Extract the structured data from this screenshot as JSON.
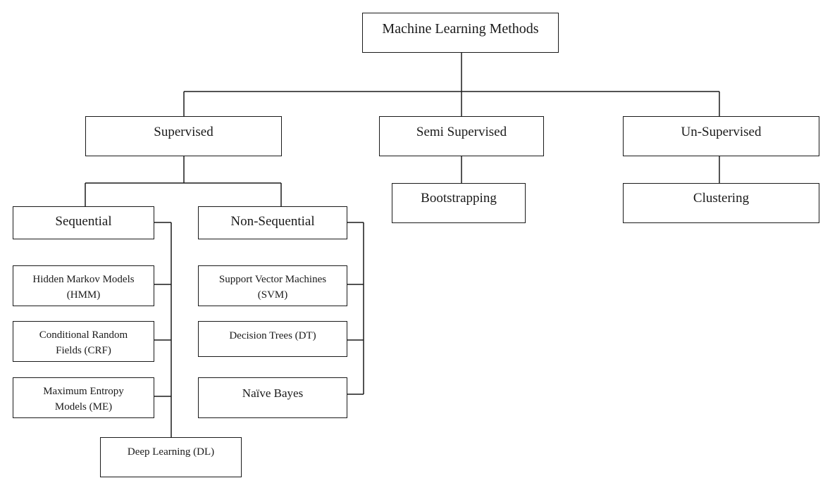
{
  "diagram": {
    "root": "Machine Learning Methods",
    "categories": {
      "supervised": "Supervised",
      "semi_supervised": "Semi Supervised",
      "unsupervised": "Un-Supervised"
    },
    "supervised_branches": {
      "sequential": "Sequential",
      "non_sequential": "Non-Sequential"
    },
    "sequential_methods": [
      {
        "line1": "Hidden Markov Models",
        "line2": "(HMM)"
      },
      {
        "line1": "Conditional Random",
        "line2": "Fields (CRF)"
      },
      {
        "line1": "Maximum Entropy",
        "line2": "Models (ME)"
      }
    ],
    "deep_learning": "Deep Learning (DL)",
    "non_sequential_methods": [
      {
        "line1": "Support Vector Machines",
        "line2": "(SVM)"
      },
      {
        "line1": "Decision Trees (DT)"
      },
      {
        "line1": "Naïve Bayes"
      }
    ],
    "semi_supervised_method": "Bootstrapping",
    "unsupervised_method": "Clustering"
  },
  "colors": {
    "line": "#1a1a1a",
    "box_border": "#1a1a1a",
    "background": "#ffffff"
  }
}
